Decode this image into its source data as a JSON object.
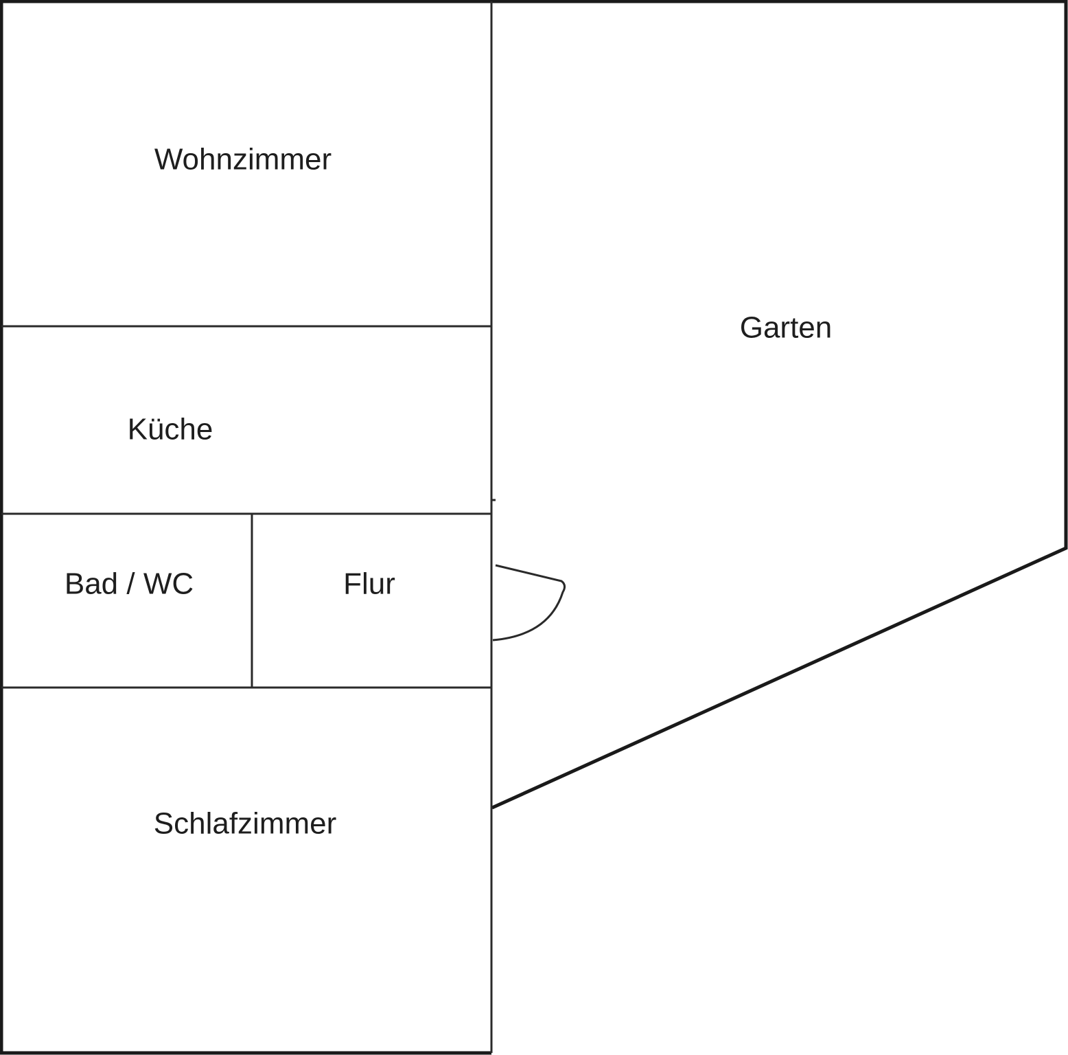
{
  "title": "Grundriss",
  "rooms": [
    {
      "id": "wohnzimmer",
      "label": "Wohnzimmer"
    },
    {
      "id": "kueche",
      "label": "Küche"
    },
    {
      "id": "bad-wc",
      "label": "Bad / WC"
    },
    {
      "id": "flur",
      "label": "Flur"
    },
    {
      "id": "schlafzimmer",
      "label": "Schlafzimmer"
    },
    {
      "id": "garten",
      "label": "Garten"
    }
  ],
  "colors": {
    "background": "#ffffff",
    "lines": "#2a2a2a",
    "text": "#1e1e1e"
  }
}
